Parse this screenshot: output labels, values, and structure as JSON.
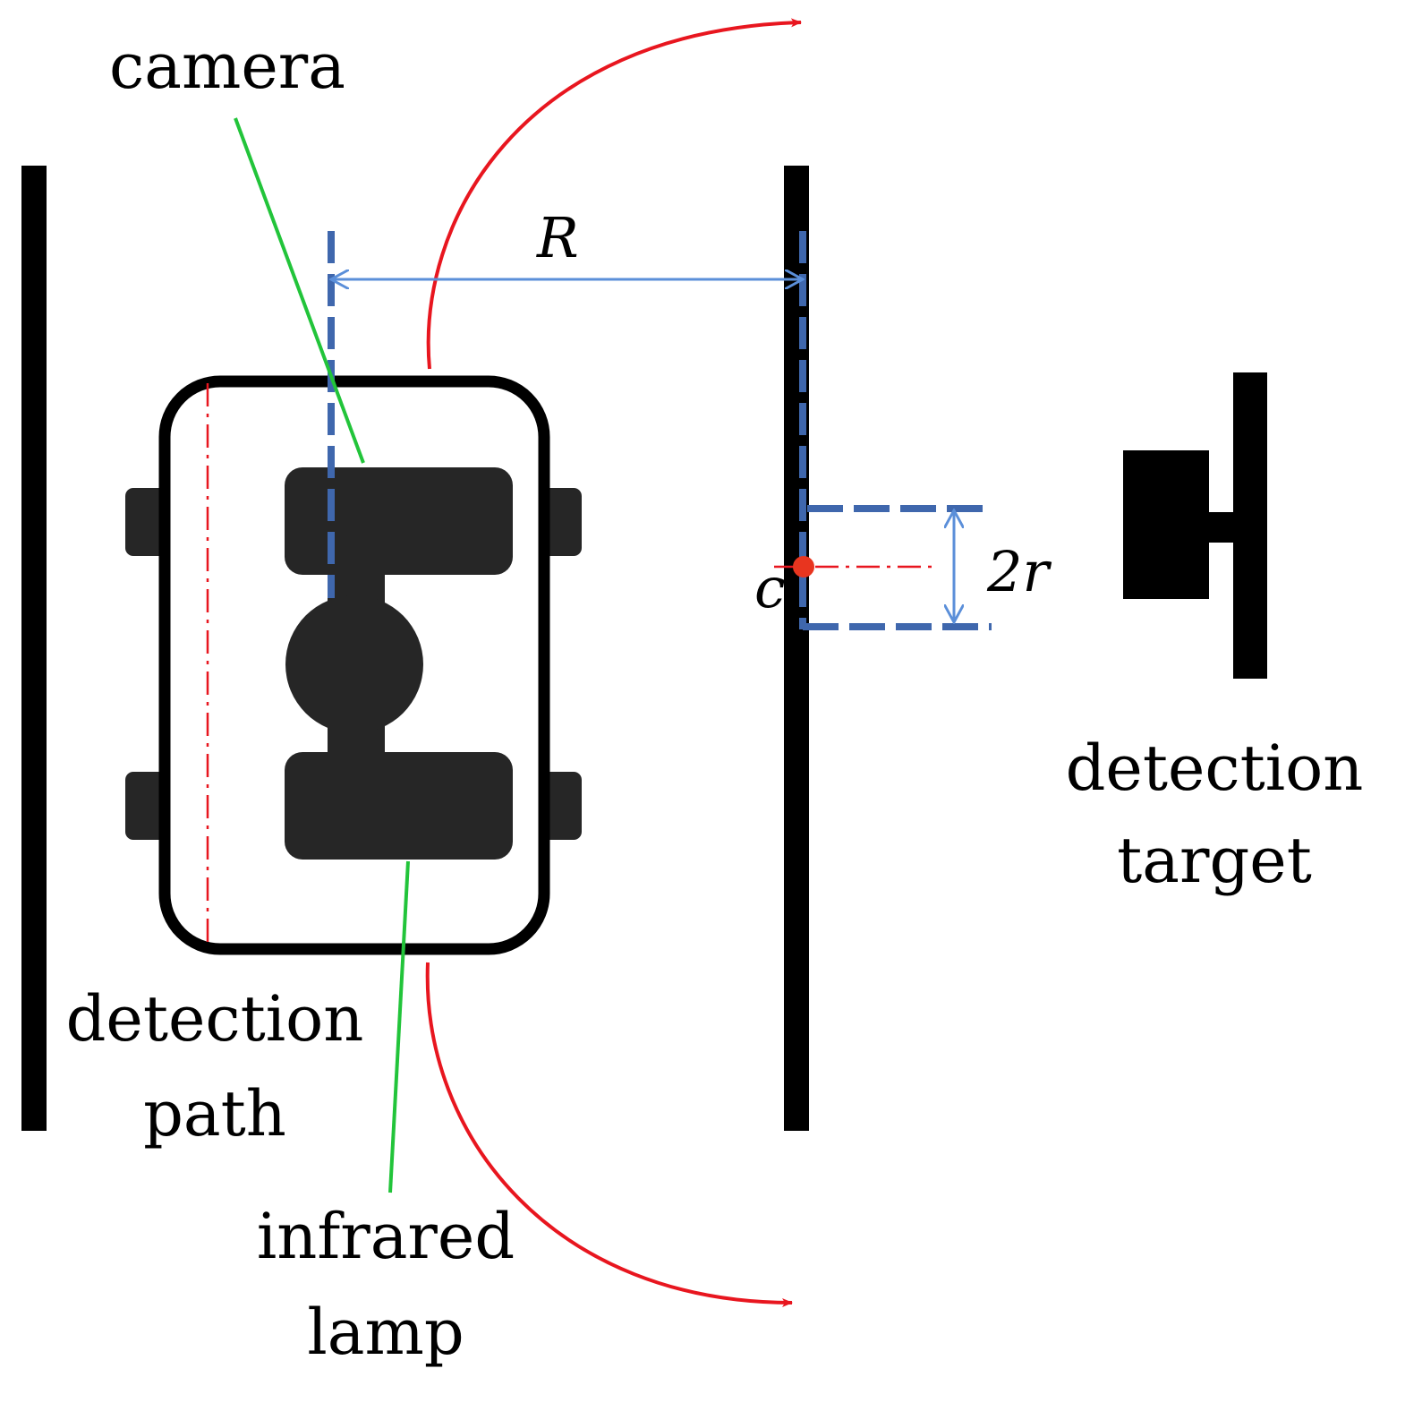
{
  "labels": {
    "camera": "camera",
    "detection_path_1": "detection",
    "detection_path_2": "path",
    "infrared_lamp_1": "infrared",
    "infrared_lamp_2": "lamp",
    "detection_target_1": "detection",
    "detection_target_2": "target",
    "radius": "R",
    "two_r": "2r",
    "center": "c"
  },
  "colors": {
    "structure": "#000000",
    "robot_body": "#262626",
    "trajectory": "#e8161f",
    "dimension": "#5b8fd9",
    "dashed_guide": "#3f67ad",
    "leader_line": "#22c43a",
    "center_point": "#e8351f",
    "center_line": "#e8161f"
  }
}
